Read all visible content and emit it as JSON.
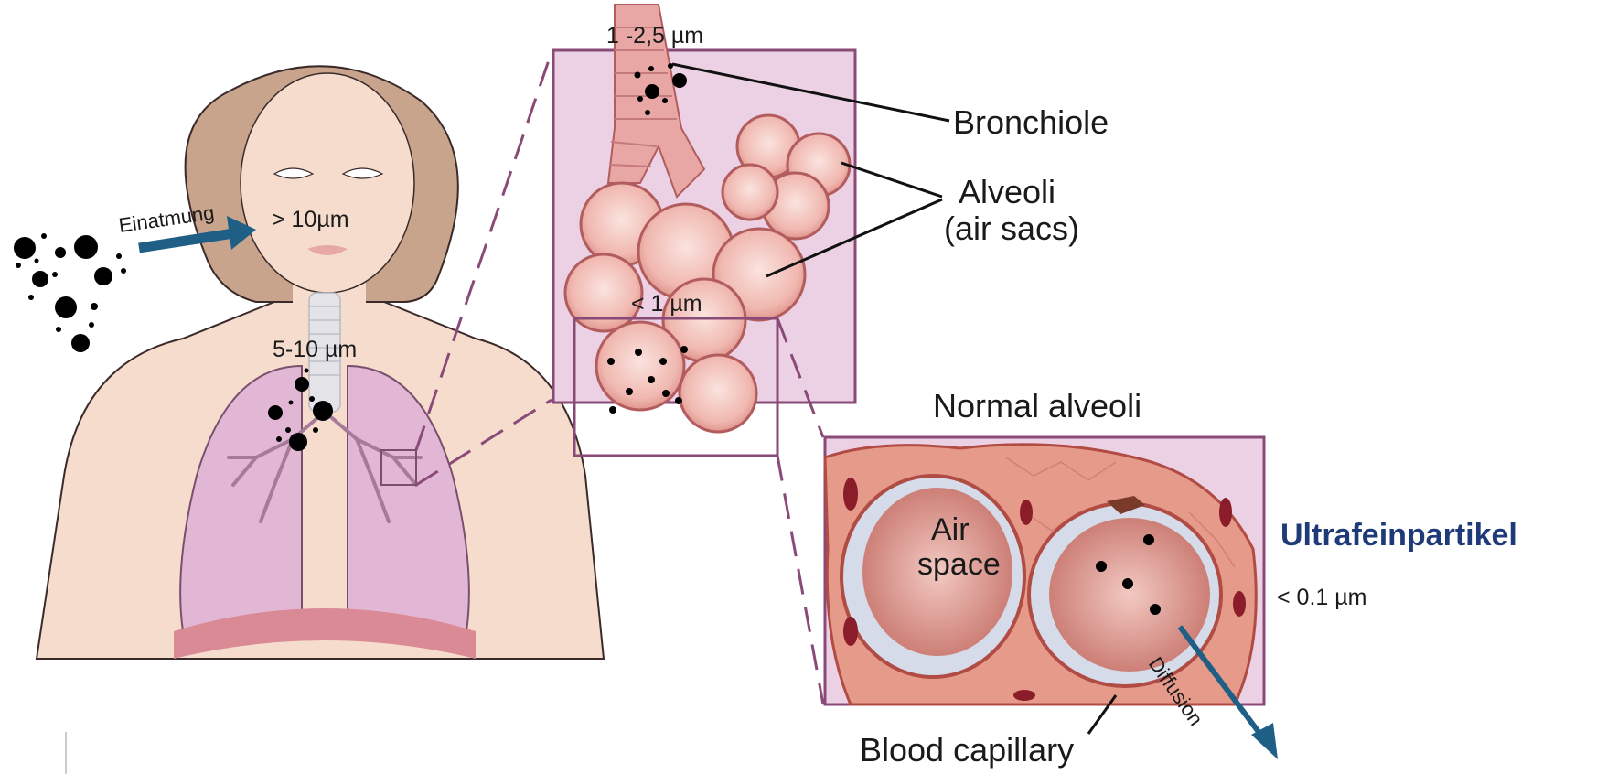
{
  "inhalation": {
    "label": "Einatmung",
    "size": "> 10µm"
  },
  "throat": {
    "size": "5-10 µm"
  },
  "bronchiole_panel": {
    "size_top": "1 -2,5 µm",
    "size_alveoli": "< 1 µm"
  },
  "labels": {
    "bronchiole": "Bronchiole",
    "alveoli_line1": "Alveoli",
    "alveoli_line2": "(air sacs)",
    "normal_alveoli": "Normal alveoli",
    "air_space_line1": "Air",
    "air_space_line2": "space",
    "blood_capillary": "Blood capillary"
  },
  "ultrafine": {
    "title": "Ultrafeinpartikel",
    "size": "< 0.1 µm",
    "diffusion": "Diffusion"
  },
  "colors": {
    "panel_bg": "#ecd1e5",
    "panel_border": "#8a4a78",
    "skin": "#f6dccd",
    "hair": "#c8a48c",
    "lung": "#e2b7d6",
    "alveolus": "#eaa29a",
    "arrow": "#1f5f85",
    "title_blue": "#1f3a78"
  }
}
